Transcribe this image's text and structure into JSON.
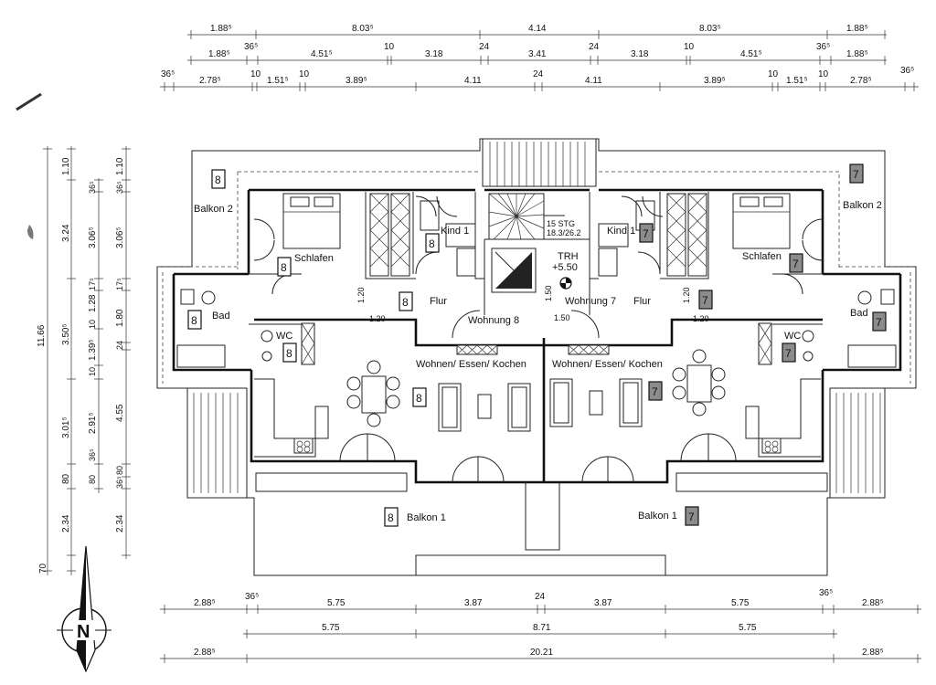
{
  "dimensions": {
    "top_row1": [
      "1.88⁵",
      "8.03⁵",
      "4.14",
      "8.03⁵",
      "1.88⁵"
    ],
    "top_row2": [
      "1.88⁵",
      "36⁵",
      "4.51⁵",
      "10",
      "3.18",
      "24",
      "3.41",
      "24",
      "3.18",
      "10",
      "4.51⁵",
      "36⁵",
      "1.88⁵"
    ],
    "top_row3": [
      "36⁵",
      "2.78⁵",
      "10",
      "1.51⁵",
      "10",
      "3.89⁵",
      "4.11",
      "24",
      "4.11",
      "3.89⁵",
      "10",
      "1.51⁵",
      "10",
      "2.78⁵",
      "36⁵"
    ],
    "left_total": "11.66",
    "left_col1": [
      "1.10",
      "3.24",
      "3.50⁵",
      "3.01⁵",
      "80",
      "2.34",
      "70"
    ],
    "left_col2": [
      "36⁵",
      "3.06⁵",
      "17⁵",
      "10",
      "1.28",
      "1.39⁵",
      "10",
      "2.91⁵",
      "36⁵",
      "80"
    ],
    "left_col3": [
      "1.10",
      "36⁵",
      "3.06⁵",
      "17⁵",
      "1.80",
      "24",
      "4.55",
      "80",
      "36⁵",
      "2.34"
    ],
    "bottom_row1": [
      "2.88⁵",
      "36⁵",
      "5.75",
      "3.87",
      "24",
      "3.87",
      "5.75",
      "36⁵",
      "2.88⁵"
    ],
    "bottom_row2": [
      "5.75",
      "8.71",
      "5.75"
    ],
    "bottom_row3": [
      "2.88⁵",
      "20.21",
      "2.88⁵"
    ]
  },
  "rooms": {
    "balkon2": "Balkon 2",
    "schlafen": "Schlafen",
    "kind1": "Kind 1",
    "bad": "Bad",
    "wc": "WC",
    "flur": "Flur",
    "wohnung8": "Wohnung 8",
    "wohnung7": "Wohnung 7",
    "wohnen": "Wohnen/ Essen/ Kochen",
    "balkon1": "Balkon 1"
  },
  "stair": {
    "steps": "15 STG",
    "ratio": "18.3/26.2",
    "trh": "TRH",
    "level": "+5.50"
  },
  "small_dims": {
    "v1": "1.20",
    "h1": "1.20",
    "v2": "1.50",
    "h2": "1.50"
  },
  "unit_numbers": {
    "left": "8",
    "right": "7"
  },
  "north": "N"
}
